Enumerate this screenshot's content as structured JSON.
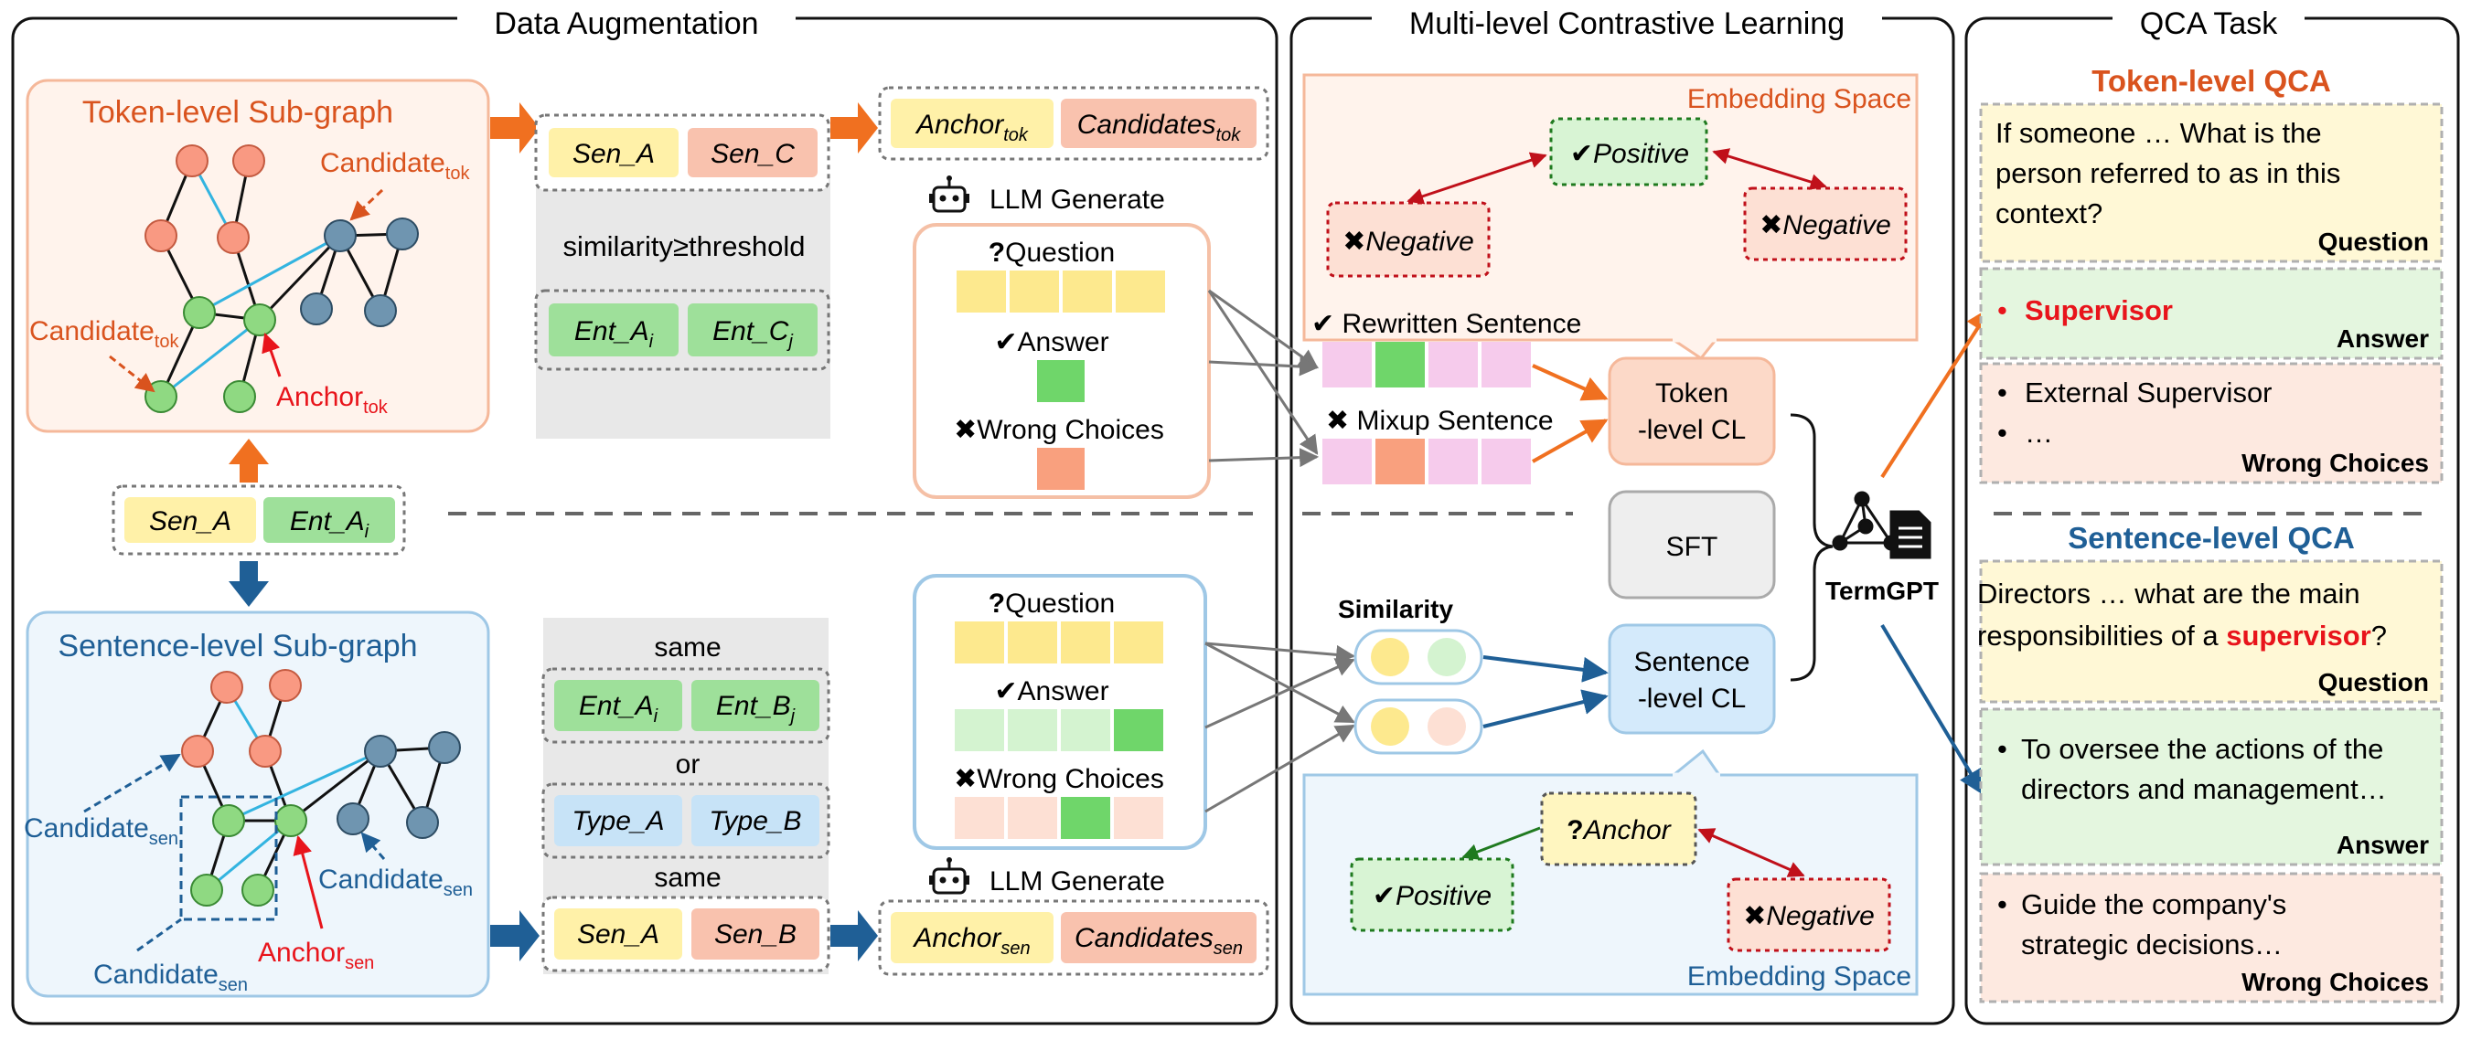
{
  "panels": {
    "augmentation": "Data Augmentation",
    "contrastive": "Multi-level Contrastive Learning",
    "qca": "QCA Task"
  },
  "token_subgraph": {
    "title": "Token-level Sub-graph",
    "candidate_top": "Candidate",
    "candidate_left": "Candidate",
    "cand_sub": "tok",
    "anchor": "Anchor",
    "anchor_sub": "tok"
  },
  "sentence_subgraph": {
    "title": "Sentence-level Sub-graph",
    "candidate_left": "Candidate",
    "candidate_right": "Candidate",
    "candidate_bottom": "Candidate",
    "cand_sub": "sen",
    "anchor": "Anchor",
    "anchor_sub": "sen"
  },
  "center_pair": {
    "sen": "Sen_A",
    "ent": "Ent_A",
    "ent_sub": "i"
  },
  "token_aug": {
    "pair_top": [
      "Sen_A",
      "Sen_C"
    ],
    "similarity": "similarity≥threshold",
    "ent_a": "Ent_A",
    "ent_a_sub": "i",
    "ent_c": "Ent_C",
    "ent_c_sub": "j",
    "anchor": "Anchor",
    "anchor_sub": "tok",
    "candidates": "Candidates",
    "candidates_sub": "tok"
  },
  "sentence_aug": {
    "same_top": "same",
    "ent_a": "Ent_A",
    "ent_a_sub": "i",
    "ent_b": "Ent_B",
    "ent_b_sub": "j",
    "or": "or",
    "type_a": "Type_A",
    "type_b": "Type_B",
    "same_bottom": "same",
    "pair_bottom": [
      "Sen_A",
      "Sen_B"
    ],
    "anchor": "Anchor",
    "anchor_sub": "sen",
    "candidates": "Candidates",
    "candidates_sub": "sen"
  },
  "llm": {
    "generate": "LLM Generate",
    "question": "Question",
    "answer": "Answer",
    "wrong": "Wrong Choices"
  },
  "cl": {
    "embedding_space": "Embedding Space",
    "positive": "Positive",
    "negative": "Negative",
    "rewritten": "Rewritten Sentence",
    "mixup": "Mixup Sentence",
    "token_cl": [
      "Token",
      "-level CL"
    ],
    "sft": "SFT",
    "similarity": "Similarity",
    "sentence_cl": [
      "Sentence",
      "-level CL"
    ],
    "anchor": "Anchor",
    "termgpt": "TermGPT"
  },
  "qca": {
    "token_title": "Token-level QCA",
    "token_question": [
      "If someone … What is the",
      "person referred to as in this",
      "context?"
    ],
    "question_label": "Question",
    "token_answer": "Supervisor",
    "answer_label": "Answer",
    "token_wrong": [
      "External Supervisor",
      "…"
    ],
    "wrong_label": "Wrong Choices",
    "sentence_title": "Sentence-level QCA",
    "sentence_question_l1": "Directors … what are the main",
    "sentence_question_l2a": "responsibilities of a ",
    "sentence_question_l2b": "supervisor",
    "sentence_question_l2c": "?",
    "sentence_answer": [
      "To oversee the actions of the",
      "directors and management…"
    ],
    "sentence_wrong": [
      "Guide the company's",
      "strategic decisions…"
    ]
  },
  "colors": {
    "token_orange": "#d9531e",
    "sentence_blue": "#1f5f96",
    "red": "#e8141b",
    "yellow": "#fff1a8",
    "salmon": "#f9c2ae",
    "green": "#9ee09a",
    "light_blue": "#c7e3f7"
  }
}
